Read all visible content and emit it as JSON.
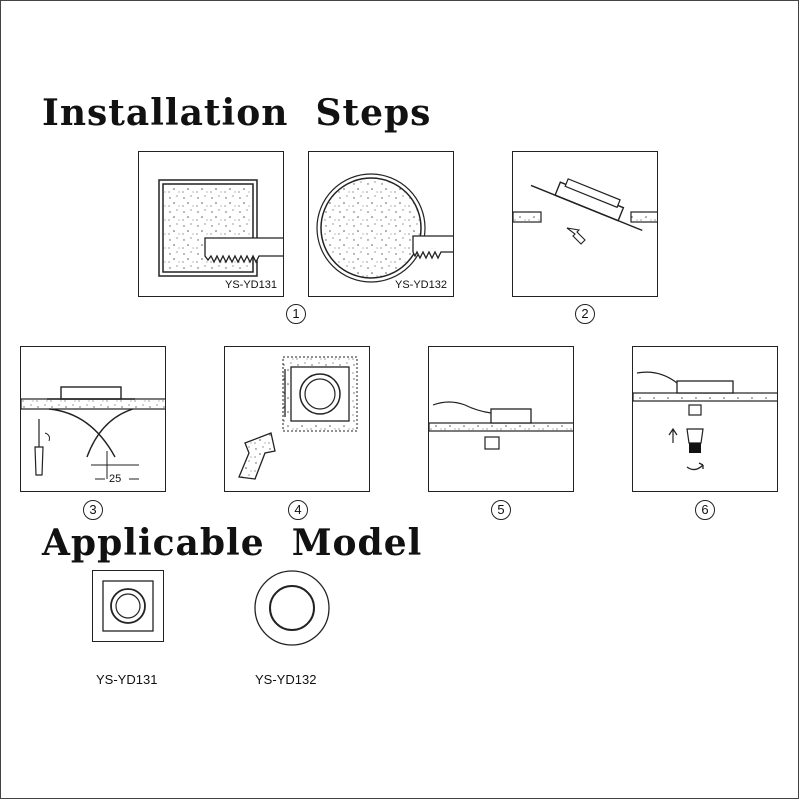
{
  "headings": {
    "installation": "Installation  Steps",
    "applicable": "Applicable  Model"
  },
  "step1": {
    "number": "1",
    "square_caption": "YS-YD131",
    "round_caption": "YS-YD132"
  },
  "step2": {
    "number": "2"
  },
  "step3": {
    "number": "3",
    "dimension_label": "25"
  },
  "step4": {
    "number": "4"
  },
  "step5": {
    "number": "5"
  },
  "step6": {
    "number": "6"
  },
  "models": [
    {
      "label": "YS-YD131",
      "shape": "square"
    },
    {
      "label": "YS-YD132",
      "shape": "round"
    }
  ]
}
